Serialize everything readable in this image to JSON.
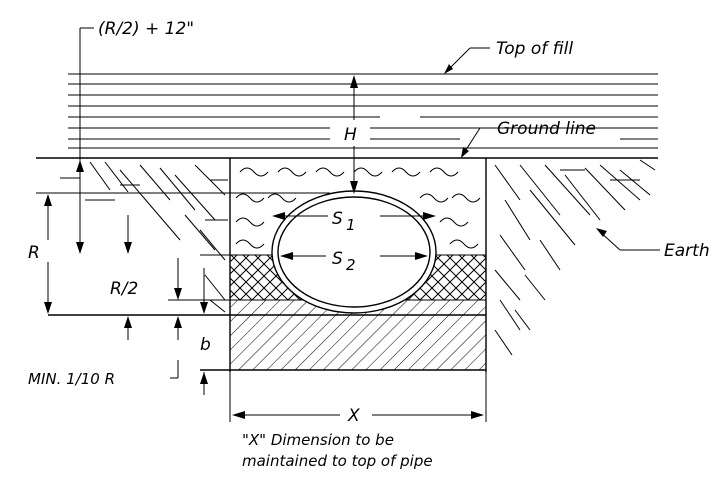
{
  "labels": {
    "top_formula": "(R/2) + 12\"",
    "top_of_fill": "Top of fill",
    "ground_line": "Ground line",
    "earth": "Earth",
    "h": "H",
    "s1": "S",
    "s1_sub": "1",
    "s2": "S",
    "s2_sub": "2",
    "r": "R",
    "r_half": "R/2",
    "b": "b",
    "min_label": "MIN.  1/10 R",
    "x": "X",
    "note_line1": "\"X\"  Dimension to be",
    "note_line2": "maintained to top of pipe"
  }
}
